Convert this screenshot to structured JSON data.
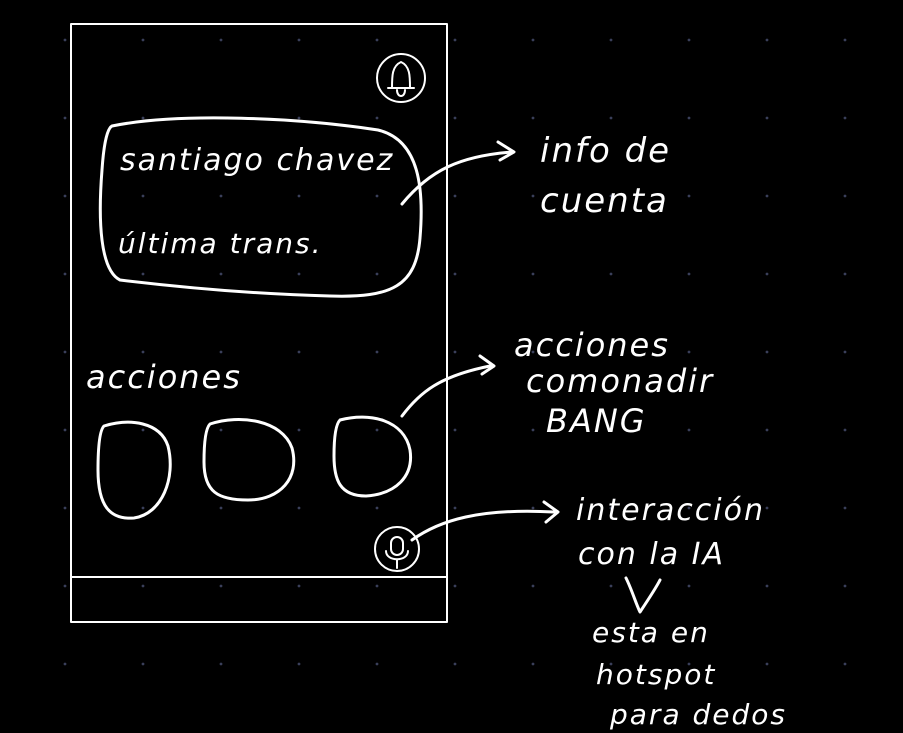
{
  "colors": {
    "background": "#000000",
    "ink": "#ffffff",
    "grid_dot": "#3a3f5a"
  },
  "phone": {
    "bell_icon": "bell-icon",
    "mic_icon": "microphone-icon",
    "account_card": {
      "name": "santiago chavez",
      "last_transaction": "última trans."
    },
    "actions_heading": "acciones"
  },
  "annotations": {
    "account_info": [
      "info de",
      "cuenta"
    ],
    "actions_note": [
      "acciones",
      "comonadir",
      "BANG"
    ],
    "ai_note": [
      "interacción",
      "con la IA"
    ],
    "ai_subnote": [
      "esta en",
      "hotspot",
      "para dedos"
    ]
  }
}
